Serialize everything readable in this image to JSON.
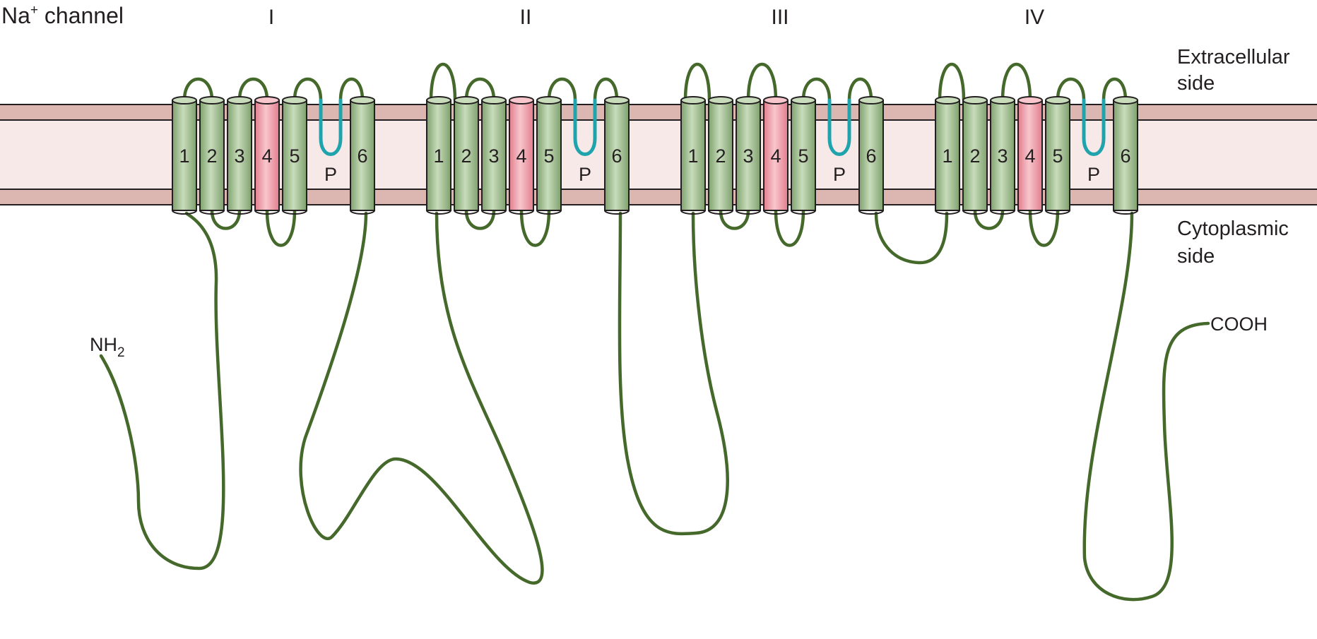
{
  "diagram": {
    "title_main": "Na",
    "title_sup": "+",
    "title_rest": " channel",
    "domains": [
      {
        "label": "I",
        "cytoplasmic_loops": [
          [
            "2",
            "3"
          ],
          [
            "4",
            "5"
          ]
        ],
        "extracellular_loops": [
          [
            "1",
            "2"
          ],
          [
            "3",
            "4"
          ],
          [
            "5",
            "P"
          ],
          [
            "P",
            "6"
          ]
        ]
      },
      {
        "label": "II",
        "cytoplasmic_loops": [
          [
            "2",
            "3"
          ],
          [
            "4",
            "5"
          ]
        ],
        "extracellular_loops": [
          [
            "1",
            "1"
          ],
          [
            "2",
            "3"
          ],
          [
            "5",
            "P"
          ],
          [
            "P",
            "6"
          ]
        ]
      },
      {
        "label": "III",
        "cytoplasmic_loops": [
          [
            "2",
            "3"
          ],
          [
            "4",
            "5"
          ]
        ],
        "extracellular_loops": [
          [
            "1",
            "1"
          ],
          [
            "3",
            "4"
          ],
          [
            "5",
            "P"
          ],
          [
            "P",
            "6"
          ]
        ]
      },
      {
        "label": "IV",
        "cytoplasmic_loops": [
          [
            "2",
            "3"
          ],
          [
            "4",
            "5"
          ]
        ],
        "extracellular_loops": [
          [
            "1",
            "1"
          ],
          [
            "3",
            "4"
          ],
          [
            "5",
            "P"
          ],
          [
            "P",
            "6"
          ]
        ]
      }
    ],
    "segment_labels": [
      "1",
      "2",
      "3",
      "4",
      "5",
      "6"
    ],
    "pore_label": "P",
    "extracellular_line1": "Extracellular",
    "extracellular_line2": "side",
    "cytoplasmic_line1": "Cytoplasmic",
    "cytoplasmic_line2": "side",
    "n_terminus_main": "NH",
    "n_terminus_sub": "2",
    "c_terminus": "COOH",
    "colors": {
      "membrane_band": "#dcb7b1",
      "membrane_core": "#f6e9e7",
      "membrane_line": "#231f20",
      "segment_green": "#8fb07f",
      "segment_green_light": "#c8dcbb",
      "voltage_sensor_pink": "#e98a98",
      "voltage_sensor_light": "#f8c6cd",
      "chain": "#44692a",
      "pore_loop": "#1fa3ac"
    }
  }
}
